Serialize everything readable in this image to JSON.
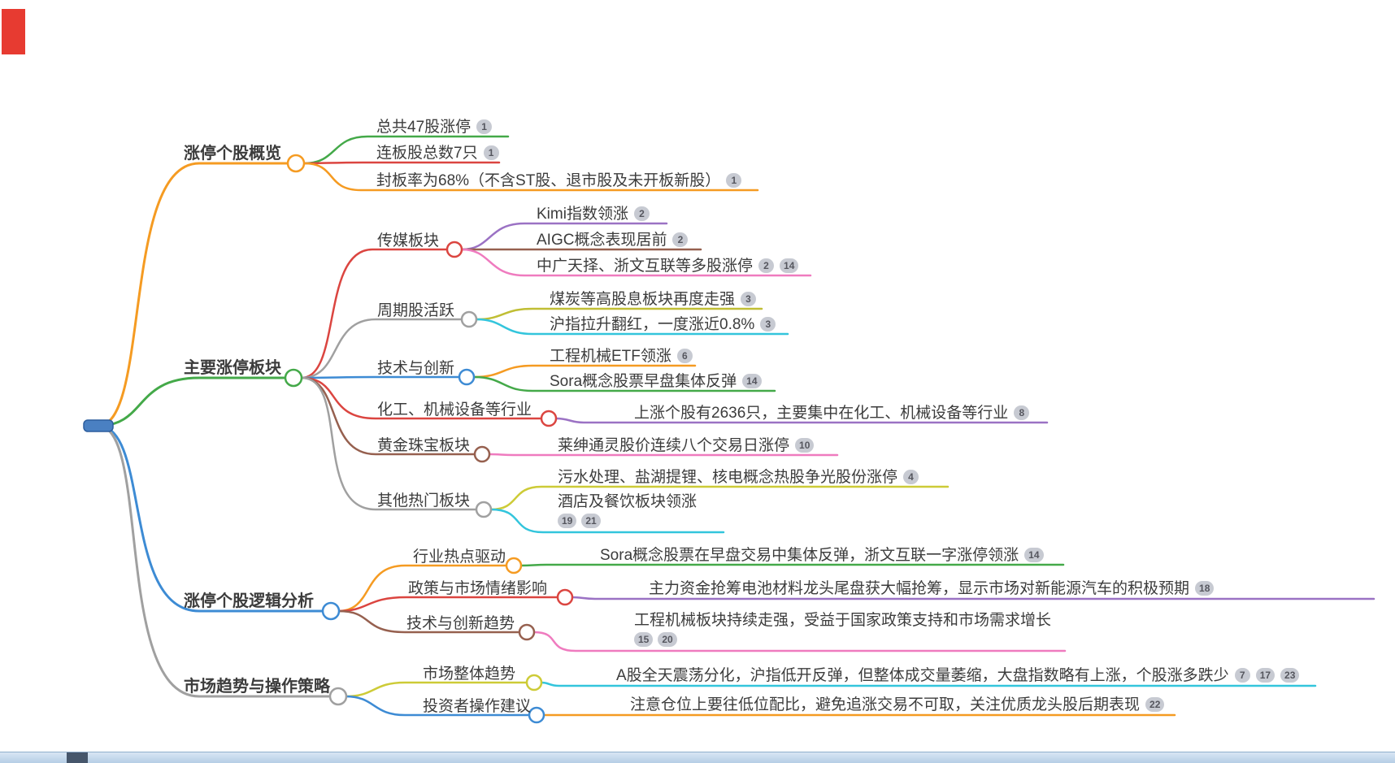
{
  "app": {
    "kind": "mindmap-canvas"
  },
  "palette": {
    "orange": "#F59B22",
    "green": "#44A949",
    "red": "#DB4540",
    "purple": "#9B72C4",
    "brown": "#96604F",
    "pink": "#EF7BBF",
    "olive": "#C0BE34",
    "cyan": "#33C5DC",
    "blue": "#3D8BD4",
    "gray": "#A0A0A0",
    "yellow": "#CDCB37",
    "text": "#3C3C3C",
    "badge_bg": "#C7CAD2",
    "badge_text": "#55565E",
    "corner_block": "#E73B31",
    "taskbar": "#B3CCE4"
  },
  "topics": {
    "overview": {
      "label": "涨停个股概览",
      "leaves": {
        "total47": {
          "text": "总共47股涨停",
          "badges": [
            "1"
          ]
        },
        "streak7": {
          "text": "连板股总数7只",
          "badges": [
            "1"
          ]
        },
        "sealing": {
          "text": "封板率为68%（不含ST股、退市股及未开板新股）",
          "badges": [
            "1"
          ]
        }
      }
    },
    "sectors": {
      "label": "主要涨停板块",
      "children": {
        "media": {
          "label": "传媒板块",
          "leaves": {
            "kimi": {
              "text": "Kimi指数领涨",
              "badges": [
                "2"
              ]
            },
            "aigc": {
              "text": "AIGC概念表现居前",
              "badges": [
                "2"
              ]
            },
            "multi": {
              "text": "中广天择、浙文互联等多股涨停",
              "badges": [
                "2",
                "14"
              ]
            }
          }
        },
        "cyclical": {
          "label": "周期股活跃",
          "leaves": {
            "coal": {
              "text": "煤炭等高股息板块再度走强",
              "badges": [
                "3"
              ]
            },
            "shindex": {
              "text": "沪指拉升翻红，一度涨近0.8%",
              "badges": [
                "3"
              ]
            }
          }
        },
        "tech": {
          "label": "技术与创新",
          "leaves": {
            "etf": {
              "text": "工程机械ETF领涨",
              "badges": [
                "6"
              ]
            },
            "sora": {
              "text": "Sora概念股票早盘集体反弹",
              "badges": [
                "14"
              ]
            }
          }
        },
        "chemical": {
          "label": "化工、机械设备等行业",
          "leaves": {
            "rising": {
              "text": "上涨个股有2636只，主要集中在化工、机械设备等行业",
              "badges": [
                "8"
              ]
            }
          }
        },
        "gold": {
          "label": "黄金珠宝板块",
          "leaves": {
            "laisen": {
              "text": "莱绅通灵股价连续八个交易日涨停",
              "badges": [
                "10"
              ]
            }
          }
        },
        "others": {
          "label": "其他热门板块",
          "leaves": {
            "sewage": {
              "text": "污水处理、盐湖提锂、核电概念热股争光股份涨停",
              "badges": [
                "4"
              ]
            },
            "hotel": {
              "text": "酒店及餐饮板块领涨",
              "badges": [
                "19",
                "21"
              ]
            }
          }
        }
      }
    },
    "logic": {
      "label": "涨停个股逻辑分析",
      "children": {
        "hotspot": {
          "label": "行业热点驱动",
          "leaves": {
            "sora_rebound": {
              "text": "Sora概念股票在早盘交易中集体反弹，浙文互联一字涨停领涨",
              "badges": [
                "14"
              ]
            }
          }
        },
        "policy": {
          "label": "政策与市场情绪影响",
          "leaves": {
            "battery": {
              "text": "主力资金抢筹电池材料龙头尾盘获大幅抢筹，显示市场对新能源汽车的积极预期",
              "badges": [
                "18"
              ]
            }
          }
        },
        "techtrend": {
          "label": "技术与创新趋势",
          "leaves": {
            "machinery": {
              "text": "工程机械板块持续走强，受益于国家政策支持和市场需求增长",
              "badges": [
                "15",
                "20"
              ]
            }
          }
        }
      }
    },
    "strategy": {
      "label": "市场趋势与操作策略",
      "children": {
        "market": {
          "label": "市场整体趋势",
          "leaves": {
            "ashare": {
              "text": "A股全天震荡分化，沪指低开反弹，但整体成交量萎缩，大盘指数略有上涨，个股涨多跌少",
              "badges": [
                "7",
                "17",
                "23"
              ]
            }
          }
        },
        "advice": {
          "label": "投资者操作建议",
          "leaves": {
            "position": {
              "text": "注意仓位上要往低位配比，避免追涨交易不可取，关注优质龙头股后期表现",
              "badges": [
                "22"
              ]
            }
          }
        }
      }
    }
  }
}
